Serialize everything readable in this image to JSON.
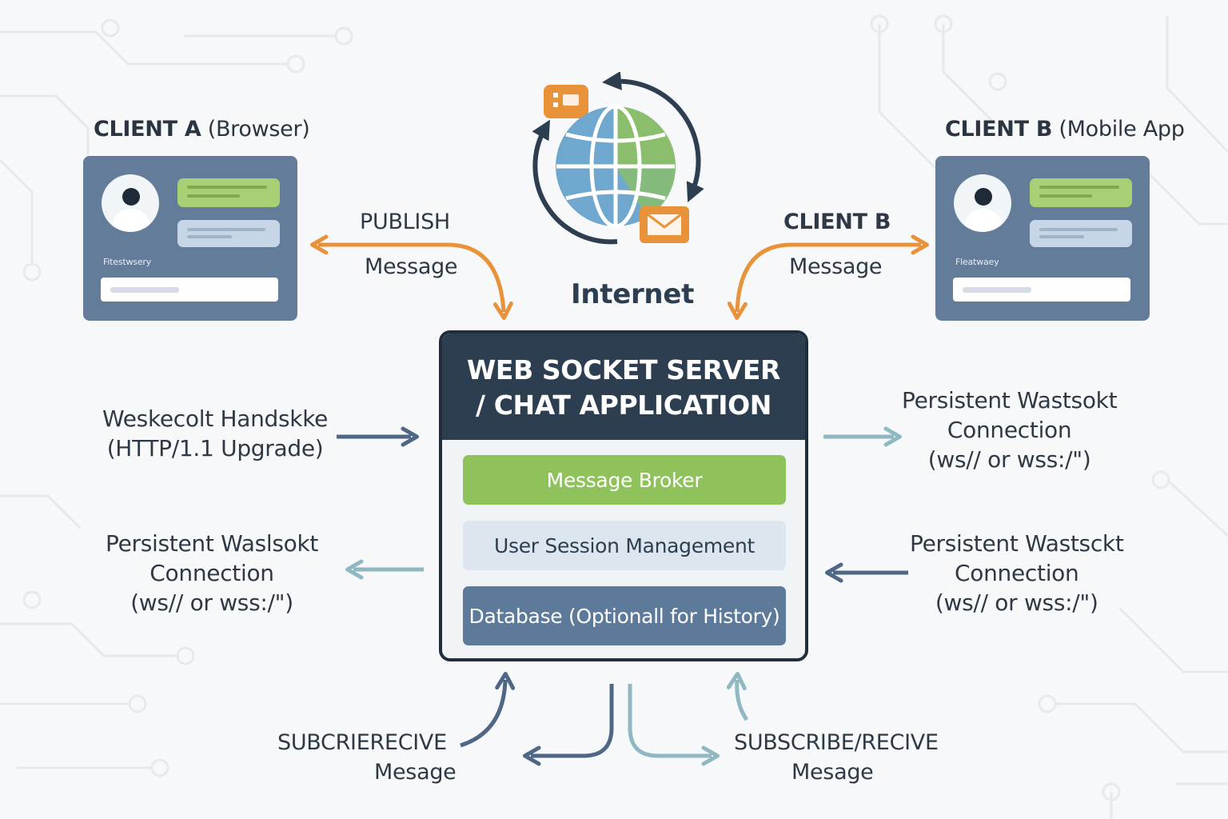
{
  "client_a": {
    "title_bold": "CLIENT A",
    "title_rest": "(Browser)",
    "card_label": "Fitestwsery"
  },
  "client_b": {
    "title_bold": "CLIENT B",
    "title_rest": "(Mobile App",
    "card_label": "Fleatwaey"
  },
  "internet": {
    "label": "Internet"
  },
  "flows": {
    "left_top_line1": "PUBLISH",
    "left_top_line2": "Message",
    "right_top_line1": "CLIENT B",
    "right_top_line2": "Message",
    "bottom_left_line1": "SUBCRIERECIVE",
    "bottom_left_line2": "Mesage",
    "bottom_right_line1": "SUBSCRIBE/RECIVE",
    "bottom_right_line2": "Mesage"
  },
  "side_labels": {
    "handshake_line1": "Weskecolt Handskke",
    "handshake_line2": "(HTTP/1.1 Upgrade)",
    "left_conn_line1": "Persistent Waslsokt",
    "left_conn_line2": "Connection",
    "left_conn_line3": "(ws// or wss:/\")",
    "right_top_conn_line1": "Persistent Wastsokt",
    "right_top_conn_line2": "Connection",
    "right_top_conn_line3": "(ws// or wss:/\")",
    "right_bottom_conn_line1": "Persistent Wastsckt",
    "right_bottom_conn_line2": "Connection",
    "right_bottom_conn_line3": "(ws// or wss:/\")"
  },
  "server": {
    "title_line1": "WEB SOCKET SERVER",
    "title_line2": "/ CHAT APPLICATION",
    "modules": [
      "Message Broker",
      "User Session Management",
      "Database (Optionall for History)"
    ]
  },
  "colors": {
    "orange": "#e8923a",
    "dark_blue_arrow": "#4f6785",
    "light_teal_arrow": "#8fb8c2",
    "server_header": "#2c3e50",
    "broker_green": "#8fc25a"
  }
}
